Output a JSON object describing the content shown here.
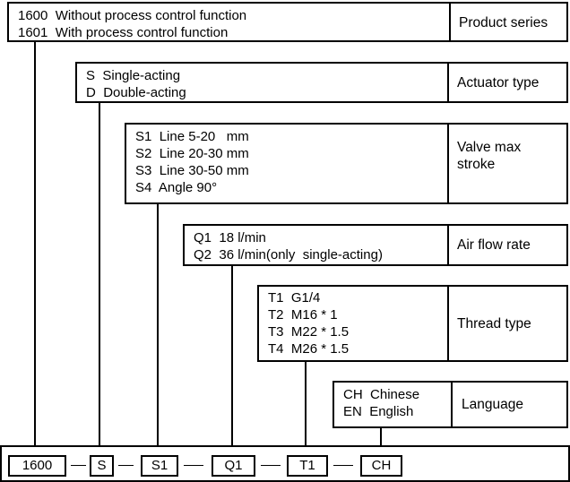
{
  "rows": [
    {
      "id": "product-series",
      "options": [
        {
          "code": "1600",
          "label": "Without process control function"
        },
        {
          "code": "1601",
          "label": "With process control function"
        }
      ],
      "category": "Product series"
    },
    {
      "id": "actuator-type",
      "options": [
        {
          "code": "S",
          "label": "Single-acting"
        },
        {
          "code": "D",
          "label": "Double-acting"
        }
      ],
      "category": "Actuator type"
    },
    {
      "id": "valve-max-stroke",
      "options": [
        {
          "code": "S1",
          "label": "Line 5-20   mm"
        },
        {
          "code": "S2",
          "label": "Line 20-30 mm"
        },
        {
          "code": "S3",
          "label": "Line 30-50 mm"
        },
        {
          "code": "S4",
          "label": "Angle 90°"
        }
      ],
      "category_lines": [
        "Valve max",
        "stroke"
      ]
    },
    {
      "id": "air-flow-rate",
      "options": [
        {
          "code": "Q1",
          "label": "18 l/min"
        },
        {
          "code": "Q2",
          "label": "36 l/min(only  single-acting)"
        }
      ],
      "category": "Air flow rate"
    },
    {
      "id": "thread-type",
      "options": [
        {
          "code": "T1",
          "label": "G1/4"
        },
        {
          "code": "T2",
          "label": "M16 * 1"
        },
        {
          "code": "T3",
          "label": "M22 * 1.5"
        },
        {
          "code": "T4",
          "label": "M26 * 1.5"
        }
      ],
      "category": "Thread type"
    },
    {
      "id": "language",
      "options": [
        {
          "code": "CH",
          "label": "Chinese"
        },
        {
          "code": "EN",
          "label": "English"
        }
      ],
      "category": "Language"
    }
  ],
  "code_parts": [
    "1600",
    "S",
    "S1",
    "Q1",
    "T1",
    "CH"
  ],
  "separator": "—"
}
